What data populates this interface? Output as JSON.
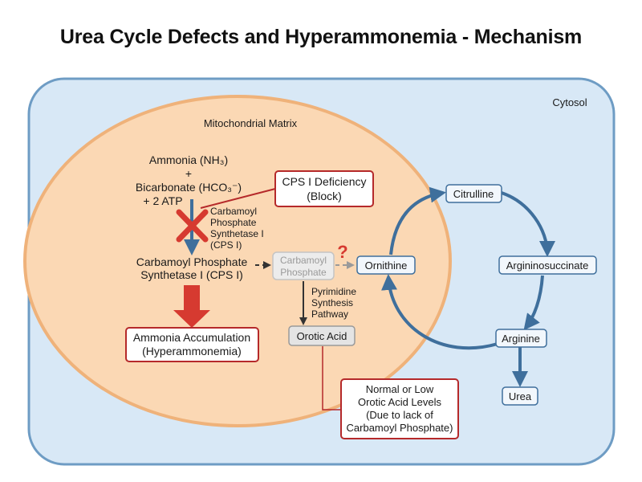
{
  "title": "Urea Cycle Defects and Hyperammonemia - Mechanism",
  "compartments": {
    "cytosol": "Cytosol",
    "matrix": "Mitochondrial Matrix"
  },
  "substrates": {
    "line1": "Ammonia (NH₃)",
    "line2": "+",
    "line3": "Bicarbonate (HCO₃⁻)",
    "line4": "+ 2 ATP"
  },
  "enzyme": {
    "line1": "Carbamoyl",
    "line2": "Phosphate",
    "line3": "Synthetase I",
    "line4": "(CPS I)"
  },
  "cps_deficiency": {
    "line1": "CPS I Deficiency",
    "line2": "(Block)"
  },
  "product_label": {
    "line1": "Carbamoyl Phosphate",
    "line2": "Synthetase I (CPS I)"
  },
  "carbamoyl_phosphate": {
    "line1": "Carbamoyl",
    "line2": "Phosphate",
    "question": "?"
  },
  "pyrimidine": {
    "line1": "Pyrimidine",
    "line2": "Synthesis",
    "line3": "Pathway"
  },
  "orotic_acid": "Orotic Acid",
  "ammonia_accumulation": {
    "line1": "Ammonia Accumulation",
    "line2": "(Hyperammonemia)"
  },
  "orotic_note": {
    "line1": "Normal or Low",
    "line2": "Orotic Acid Levels",
    "line3": "(Due to lack of",
    "line4": "Carbamoyl Phosphate)"
  },
  "cycle": {
    "citrulline": "Citrulline",
    "argininosuccinate": "Argininosuccinate",
    "arginine": "Arginine",
    "ornithine": "Ornithine",
    "urea": "Urea"
  },
  "colors": {
    "cytosol_fill": "#d8e8f6",
    "cytosol_stroke": "#6e9cc4",
    "matrix_fill": "#fbd8b4",
    "matrix_stroke": "#efb27a",
    "block_red": "#d63a30",
    "box_red_border": "#b5292a",
    "cycle_blue": "#3f6f9c",
    "grey_box": "#dcdcdc"
  }
}
